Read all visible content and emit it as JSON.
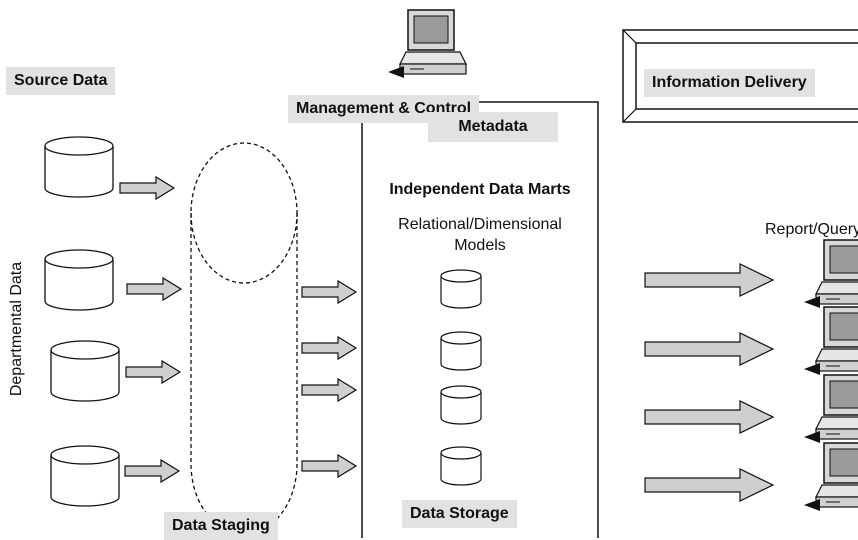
{
  "labels": {
    "source_data": "Source Data",
    "management_control": "Management & Control",
    "information_delivery": "Information Delivery",
    "metadata": "Metadata",
    "independent_data_marts": "Independent Data Marts",
    "relational_dimensional_line1": "Relational/Dimensional",
    "relational_dimensional_line2": "Models",
    "report_query": "Report/Query",
    "departmental_data": "Departmental Data",
    "data_staging": "Data Staging",
    "data_storage": "Data Storage"
  },
  "colors": {
    "label_background": "#e2e2e2",
    "arrow_fill": "#cfcfcf",
    "line": "#111111"
  },
  "icons": [
    "computer-icon",
    "database-cylinder-icon",
    "right-arrow-icon"
  ]
}
